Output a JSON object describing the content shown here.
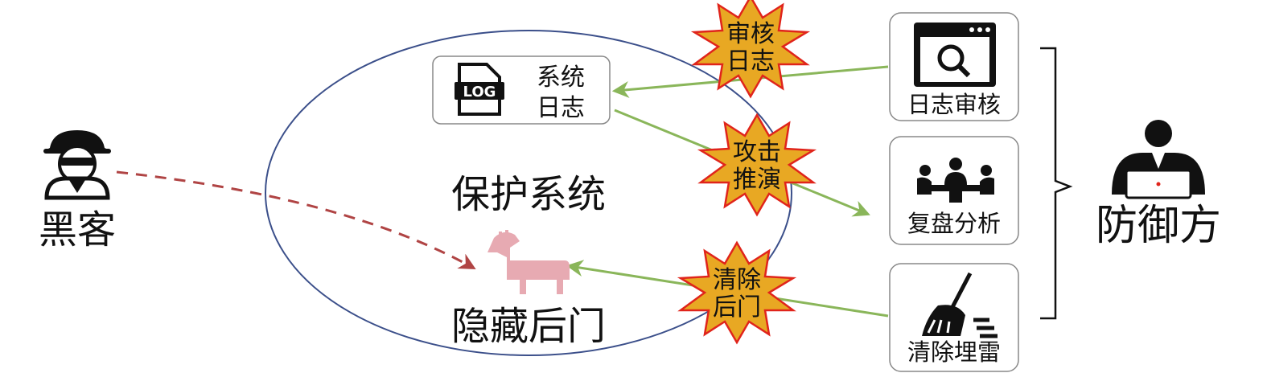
{
  "attacker": {
    "label": "黑客",
    "icon": "spy-icon"
  },
  "defender": {
    "label": "防御方",
    "icon": "user-laptop-icon"
  },
  "system": {
    "label": "保护系统",
    "log_box": {
      "line1": "系统",
      "line2": "日志",
      "icon": "log-file-icon",
      "icon_text": "LOG"
    },
    "backdoor": {
      "label": "隐藏后门",
      "icon": "trojan-horse-icon"
    }
  },
  "actions": [
    {
      "line1": "审核",
      "line2": "日志"
    },
    {
      "line1": "攻击",
      "line2": "推演"
    },
    {
      "line1": "清除",
      "line2": "后门"
    }
  ],
  "cards": [
    {
      "label": "日志审核",
      "icon": "magnifier-window-icon"
    },
    {
      "label": "复盘分析",
      "icon": "meeting-icon"
    },
    {
      "label": "清除埋雷",
      "icon": "broom-icon"
    }
  ],
  "colors": {
    "attack_arrow": "#b04444",
    "defense_arrow": "#8ab65a",
    "ellipse": "#3b4f8a",
    "burst_fill": "#e8a823",
    "burst_stroke": "#e0241b",
    "trojan": "#e7aab2"
  }
}
